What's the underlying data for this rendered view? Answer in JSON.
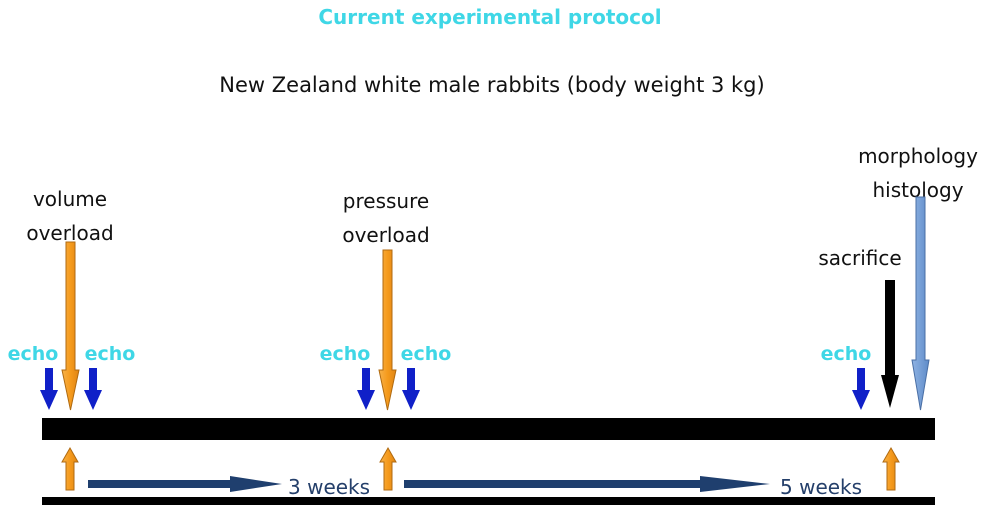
{
  "title": "Current experimental protocol",
  "subtitle": "New Zealand white male rabbits (body weight 3 kg)",
  "labels": {
    "volume_line1": "volume",
    "volume_line2": "overload",
    "pressure_line1": "pressure",
    "pressure_line2": "overload",
    "morph_line1": "morphology",
    "morph_line2": "histology",
    "sacrifice": "sacrifice",
    "echo": "echo"
  },
  "durations": {
    "first": "3 weeks",
    "second": "5 weeks"
  },
  "colors": {
    "title": "#3fd7e6",
    "echo_text": "#3fd7e6",
    "echo_arrow": "#1020c8",
    "overload_arrow": "#f59a1c",
    "morph_arrow": "#6f9bd6",
    "sacrifice_arrow": "#000000",
    "timeline": "#000000",
    "week_arrow": "#1f3f6e",
    "week_text": "#243f6a",
    "label_text": "#111111"
  }
}
